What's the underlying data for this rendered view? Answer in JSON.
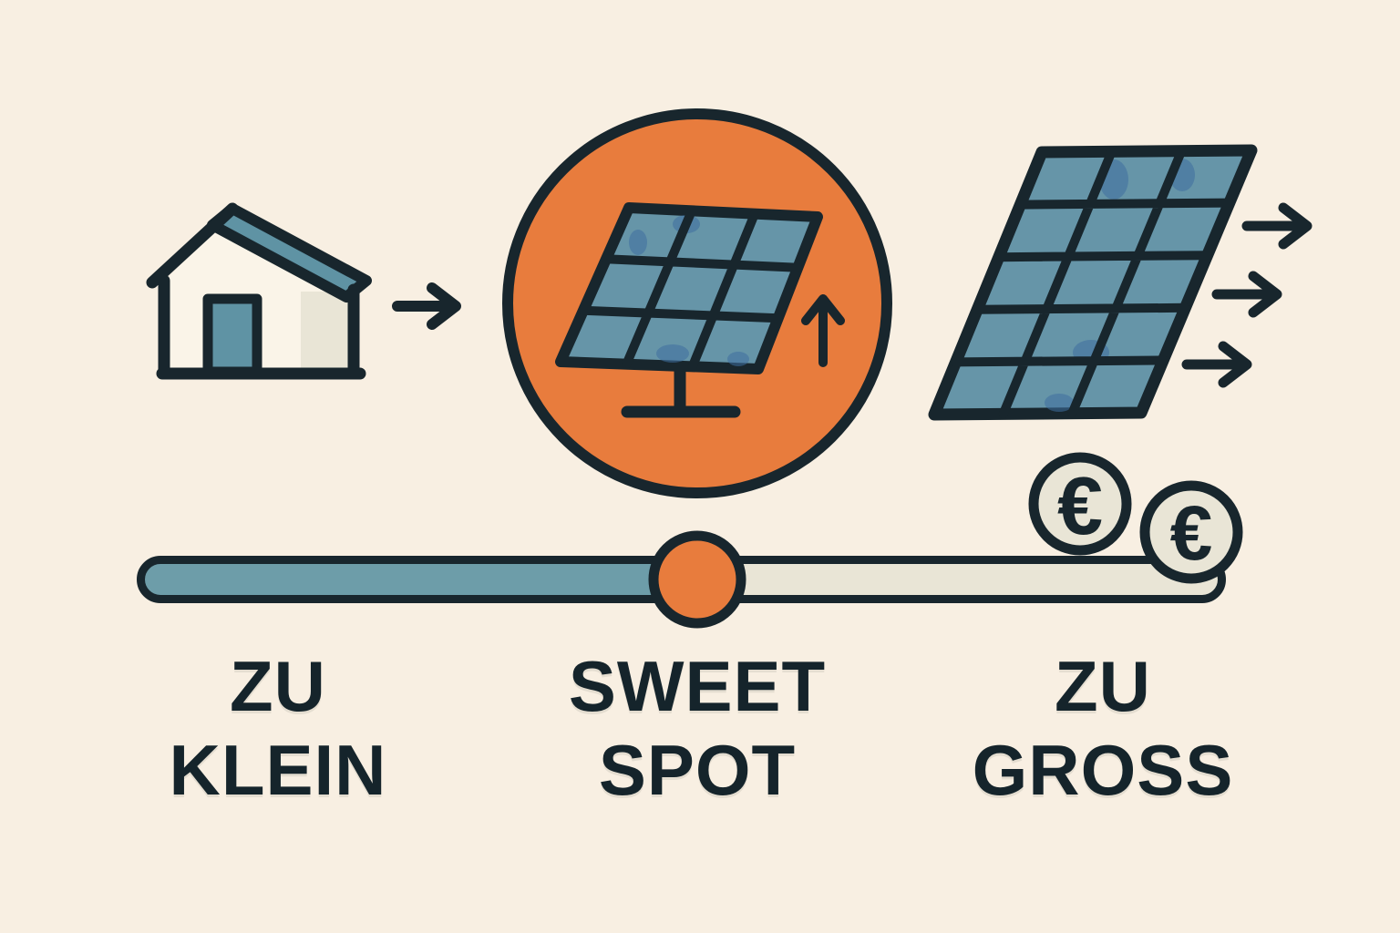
{
  "colors": {
    "background": "#f8efe2",
    "ink": "#18262d",
    "orange": "#e87c3d",
    "panel_teal": "#6695a8",
    "panel_blotch": "#3e6d9e",
    "bar_teal": "#6d9da9",
    "cream": "#e9e5d6",
    "house_body": "#faf4e8",
    "door_teal": "#5f93a4",
    "text_ink": "#15242b"
  },
  "labels": {
    "zu_klein": {
      "line1": "ZU",
      "line2": "KLEIN"
    },
    "sweet_spot": {
      "line1": "SWEET",
      "line2": "SPOT"
    },
    "zu_gross": {
      "line1": "ZU",
      "line2": "GROSS"
    }
  },
  "coins": {
    "symbol": "€"
  },
  "icons": {
    "house": "house-icon",
    "arrow_right": "arrow-right-icon",
    "solar_panel_small": "solar-panel-on-stand-icon",
    "arrow_up": "arrow-up-icon",
    "solar_panel_large": "large-solar-panel-icon",
    "euro_coin": "euro-coin-icon",
    "slider_knob": "slider-knob"
  }
}
